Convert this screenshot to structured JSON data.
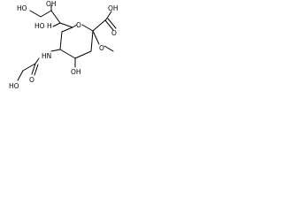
{
  "structure": {
    "atom_labels": {
      "oh_top": "OH",
      "ho_top_left": "HO",
      "ho_mid": "HO",
      "h_stereo": "H",
      "ring_o": "O",
      "cooh": "OH",
      "carbonyl_o": "O",
      "methoxy_o": "O",
      "nh": "HN",
      "oh_ring": "OH",
      "amide_o": "O",
      "glycolyl_ho": "HO"
    }
  }
}
